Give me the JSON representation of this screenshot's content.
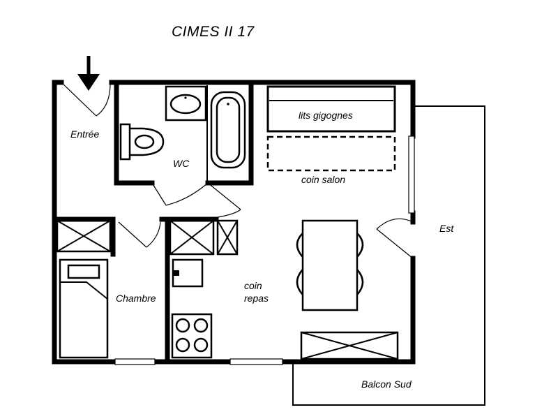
{
  "plan": {
    "title": "CIMES II 17",
    "rooms": {
      "entree": "Entrée",
      "wc": "WC",
      "lits": "lits gigognes",
      "salon": "coin salon",
      "est": "Est",
      "chambre": "Chambre",
      "repas_1": "coin",
      "repas_2": "repas",
      "balcon": "Balcon Sud"
    }
  }
}
